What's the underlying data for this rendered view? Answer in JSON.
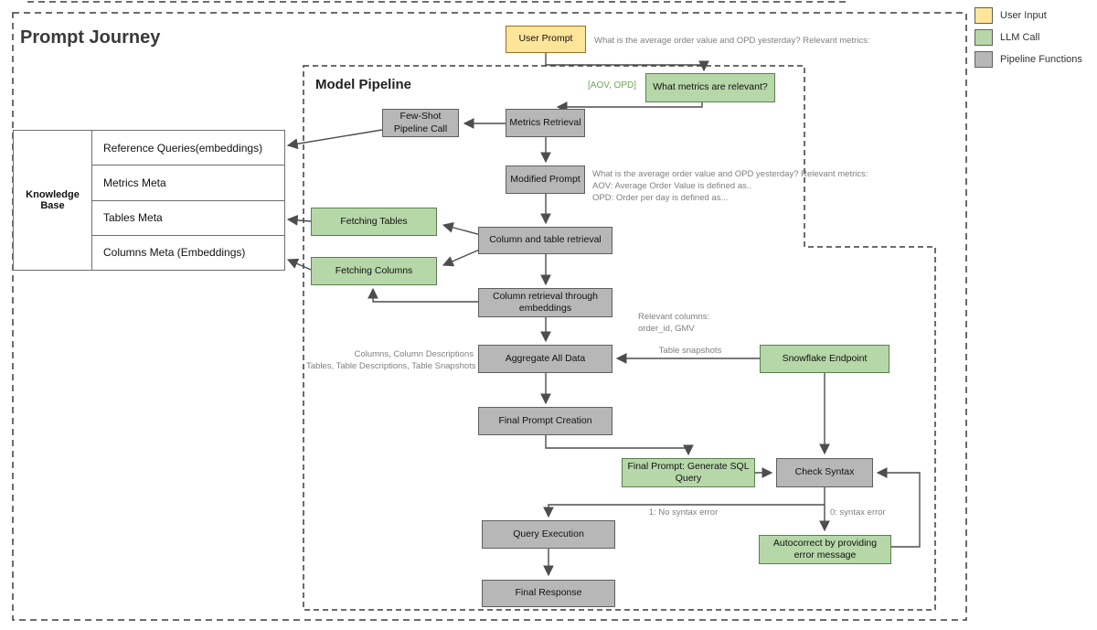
{
  "title": "Prompt Journey",
  "pipeline_title": "Model Pipeline",
  "legend": {
    "items": [
      {
        "label": "User Input",
        "color": "#ffe599"
      },
      {
        "label": "LLM Call",
        "color": "#b6d7a8"
      },
      {
        "label": "Pipeline Functions",
        "color": "#b7b7b7"
      }
    ]
  },
  "knowledge_base": {
    "title": "Knowledge Base",
    "rows": [
      "Reference Queries(embeddings)",
      "Metrics Meta",
      "Tables Meta",
      "Columns Meta (Embeddings)"
    ]
  },
  "nodes": {
    "user_prompt": {
      "label": "User Prompt",
      "type": "user-input"
    },
    "what_metrics": {
      "label": "What metrics are relevant?",
      "type": "llm-call"
    },
    "few_shot": {
      "label": "Few-Shot Pipeline Call",
      "type": "pipeline-function"
    },
    "metrics_retrieval": {
      "label": "Metrics Retrieval",
      "type": "pipeline-function"
    },
    "modified_prompt": {
      "label": "Modified Prompt",
      "type": "pipeline-function"
    },
    "fetching_tables": {
      "label": "Fetching Tables",
      "type": "llm-call"
    },
    "fetching_columns": {
      "label": "Fetching Columns",
      "type": "llm-call"
    },
    "column_table_retrieval": {
      "label": "Column and table retrieval",
      "type": "pipeline-function"
    },
    "column_retrieval_embeddings": {
      "label": "Column retrieval through embeddings",
      "type": "pipeline-function"
    },
    "aggregate_all_data": {
      "label": "Aggregate All Data",
      "type": "pipeline-function"
    },
    "snowflake_endpoint": {
      "label": "Snowflake Endpoint",
      "type": "llm-call"
    },
    "final_prompt_creation": {
      "label": "Final Prompt Creation",
      "type": "pipeline-function"
    },
    "final_prompt_generate": {
      "label": "Final Prompt: Generate SQL Query",
      "type": "llm-call"
    },
    "check_syntax": {
      "label": "Check Syntax",
      "type": "pipeline-function"
    },
    "query_execution": {
      "label": "Query Execution",
      "type": "pipeline-function"
    },
    "autocorrect": {
      "label": "Autocorrect by providing error message",
      "type": "llm-call"
    },
    "final_response": {
      "label": "Final Response",
      "type": "pipeline-function"
    }
  },
  "annotations": {
    "user_prompt_text": "What is the average order value and OPD yesterday? Relevant metrics:",
    "aov_opd": "[AOV, OPD]",
    "modified_prompt_lines": [
      "What is the average order value and OPD yesterday? Relevant metrics:",
      "AOV: Average Order Value is defined as..",
      "OPD: Order per day is defined as..."
    ],
    "relevant_columns_lines": [
      "Relevant columns:",
      "order_id, GMV"
    ],
    "aggregate_inputs_lines": [
      "Columns, Column Descriptions",
      "Tables, Table Descriptions, Table Snapshots"
    ],
    "table_snapshots": "Table snapshots",
    "no_syntax_error": "1: No syntax error",
    "syntax_error": "0: syntax error"
  },
  "colors": {
    "user_input_fill": "#ffe599",
    "llm_call_fill": "#b6d7a8",
    "pipeline_fill": "#b7b7b7",
    "arrow": "#4d4d4d",
    "dashed_border": "#3b3b3b",
    "annotation_text": "#7f7f7f",
    "aov_opd_text": "#6aa84f"
  }
}
